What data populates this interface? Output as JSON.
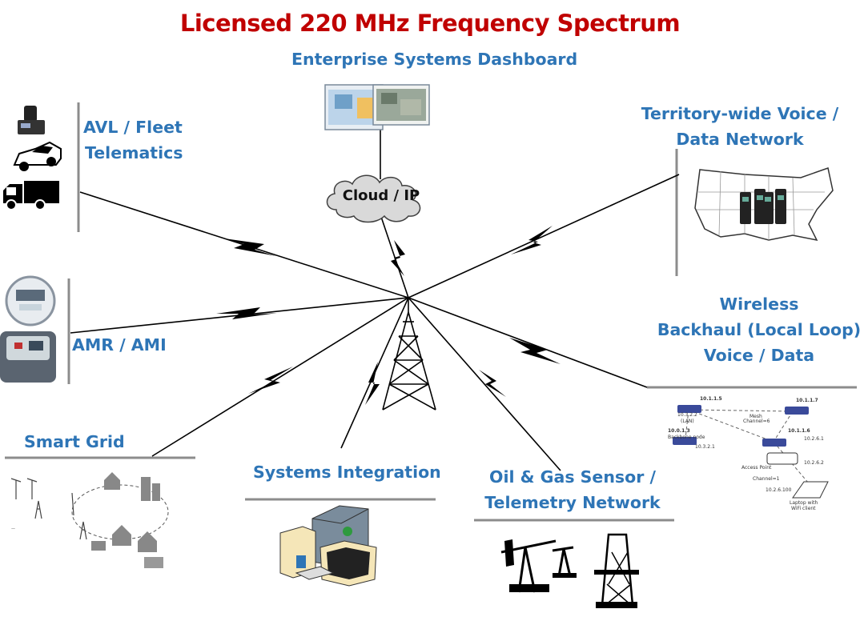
{
  "title": "Licensed 220 MHz Frequency Spectrum",
  "colors": {
    "title": "#c00000",
    "label": "#2e75b6",
    "line": "#000000",
    "divider": "#8c8c8c"
  },
  "hub": {
    "cloud_label": "Cloud / IP"
  },
  "nodes": {
    "dashboard": {
      "label": "Enterprise Systems Dashboard",
      "icon": "dashboard-screens-icon"
    },
    "avl": {
      "line1": "AVL / Fleet",
      "line2": "Telematics",
      "icon": "vehicle-icons"
    },
    "territory": {
      "line1": "Territory-wide Voice /",
      "line2": "Data Network",
      "icon": "us-map-radios-icon"
    },
    "amr": {
      "label": "AMR / AMI",
      "icon": "smart-meter-icon"
    },
    "backhaul": {
      "line1": "Wireless",
      "line2": "Backhaul (Local Loop)",
      "line3": "Voice / Data",
      "icon": "mesh-network-icon"
    },
    "smart_grid": {
      "label": "Smart Grid",
      "icon": "power-grid-icon"
    },
    "integration": {
      "label": "Systems Integration",
      "icon": "server-workstation-icon"
    },
    "oil_gas": {
      "line1": "Oil & Gas Sensor /",
      "line2": "Telemetry Network",
      "icon": "oil-rig-pumpjack-icon"
    }
  },
  "mesh_text": {
    "n1": "10.1.1.5",
    "n2": "10.1.1.7",
    "n3": "10.0.1.3",
    "n4": "10.1.1.6",
    "ip1": "10.3.2.2",
    "ip2": "10.3.2.1",
    "ip3": "10.2.6.1",
    "ip4": "10.2.6.2",
    "ip5": "10.2.6.100",
    "lan": "(LAN)",
    "mesh": "Mesh",
    "chan": "Channel=6",
    "chan2": "Channel=1",
    "bb": "Backbone node",
    "ap": "Access Point",
    "laptop": "Laptop with",
    "wifi": "WiFi client"
  }
}
